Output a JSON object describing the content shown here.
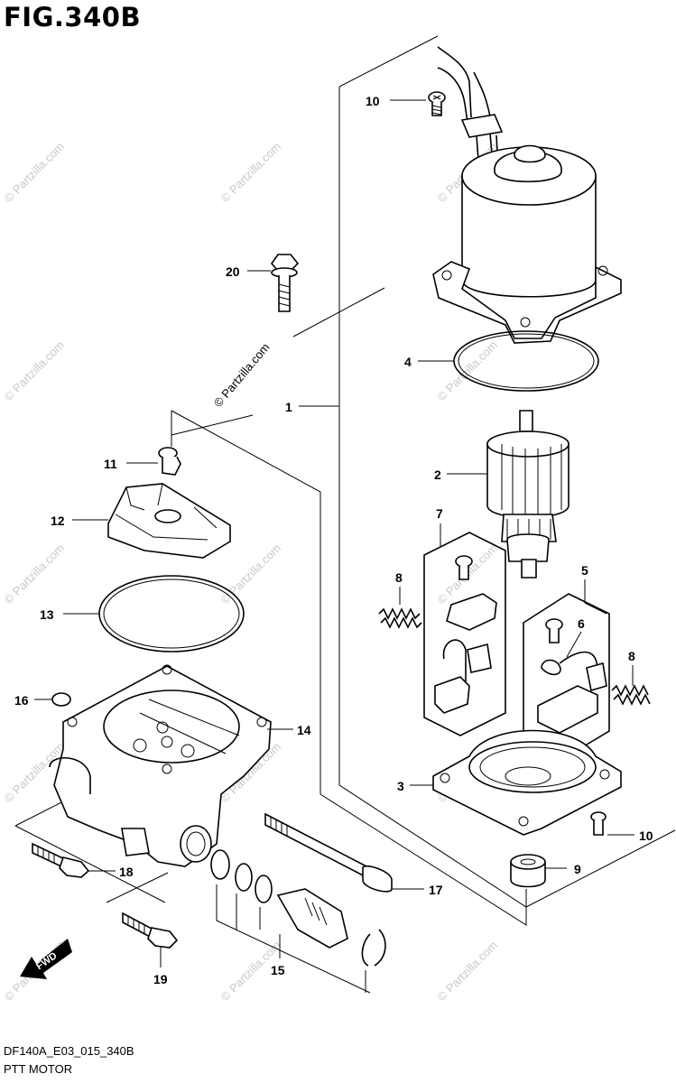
{
  "figure": {
    "title": "FIG.340B",
    "code": "DF140A_E03_015_340B",
    "name": "PTT MOTOR"
  },
  "watermark": {
    "text": "© Partzilla.com"
  },
  "callouts": [
    "10",
    "20",
    "4",
    "1",
    "2",
    "11",
    "7",
    "12",
    "8",
    "5",
    "13",
    "6",
    "8",
    "16",
    "14",
    "3",
    "10",
    "18",
    "9",
    "17",
    "15",
    "19"
  ],
  "fwd_label": "FWD"
}
